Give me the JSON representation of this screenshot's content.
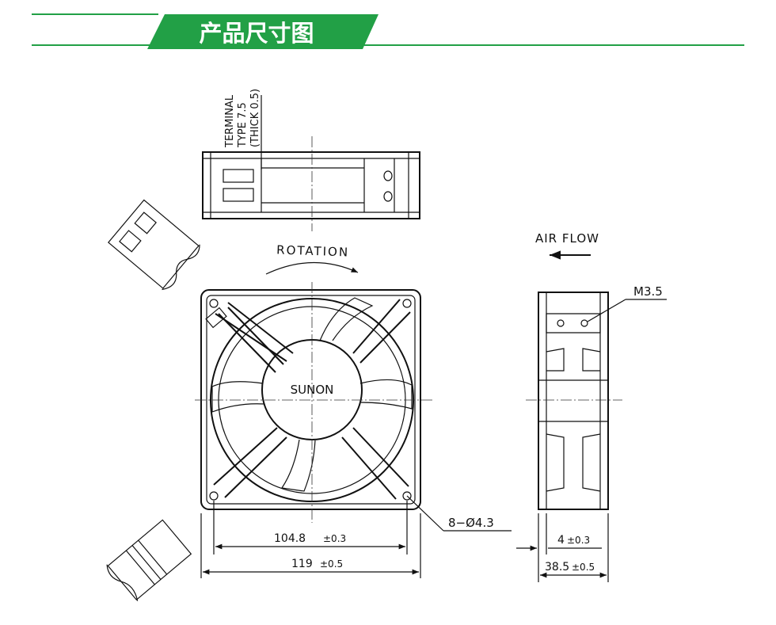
{
  "header": {
    "title": "产品尺寸图",
    "accent_color": "#22a046"
  },
  "drawing": {
    "terminal_note": [
      "TERMINAL",
      "TYPE 7.5",
      "(THICK 0.5)"
    ],
    "rotation_label": "ROTATION",
    "brand": "SUNON",
    "air_flow_label": "AIR FLOW",
    "screw_label": "M3.5",
    "hole_label": "8−Ø4.3",
    "dim_hole_spacing": {
      "value": "104.8",
      "tol": "±0.3"
    },
    "dim_width": {
      "value": "119",
      "tol": "±0.5"
    },
    "dim_flange": {
      "value": "4",
      "tol": "±0.3"
    },
    "dim_depth": {
      "value": "38.5",
      "tol": "±0.5"
    }
  }
}
